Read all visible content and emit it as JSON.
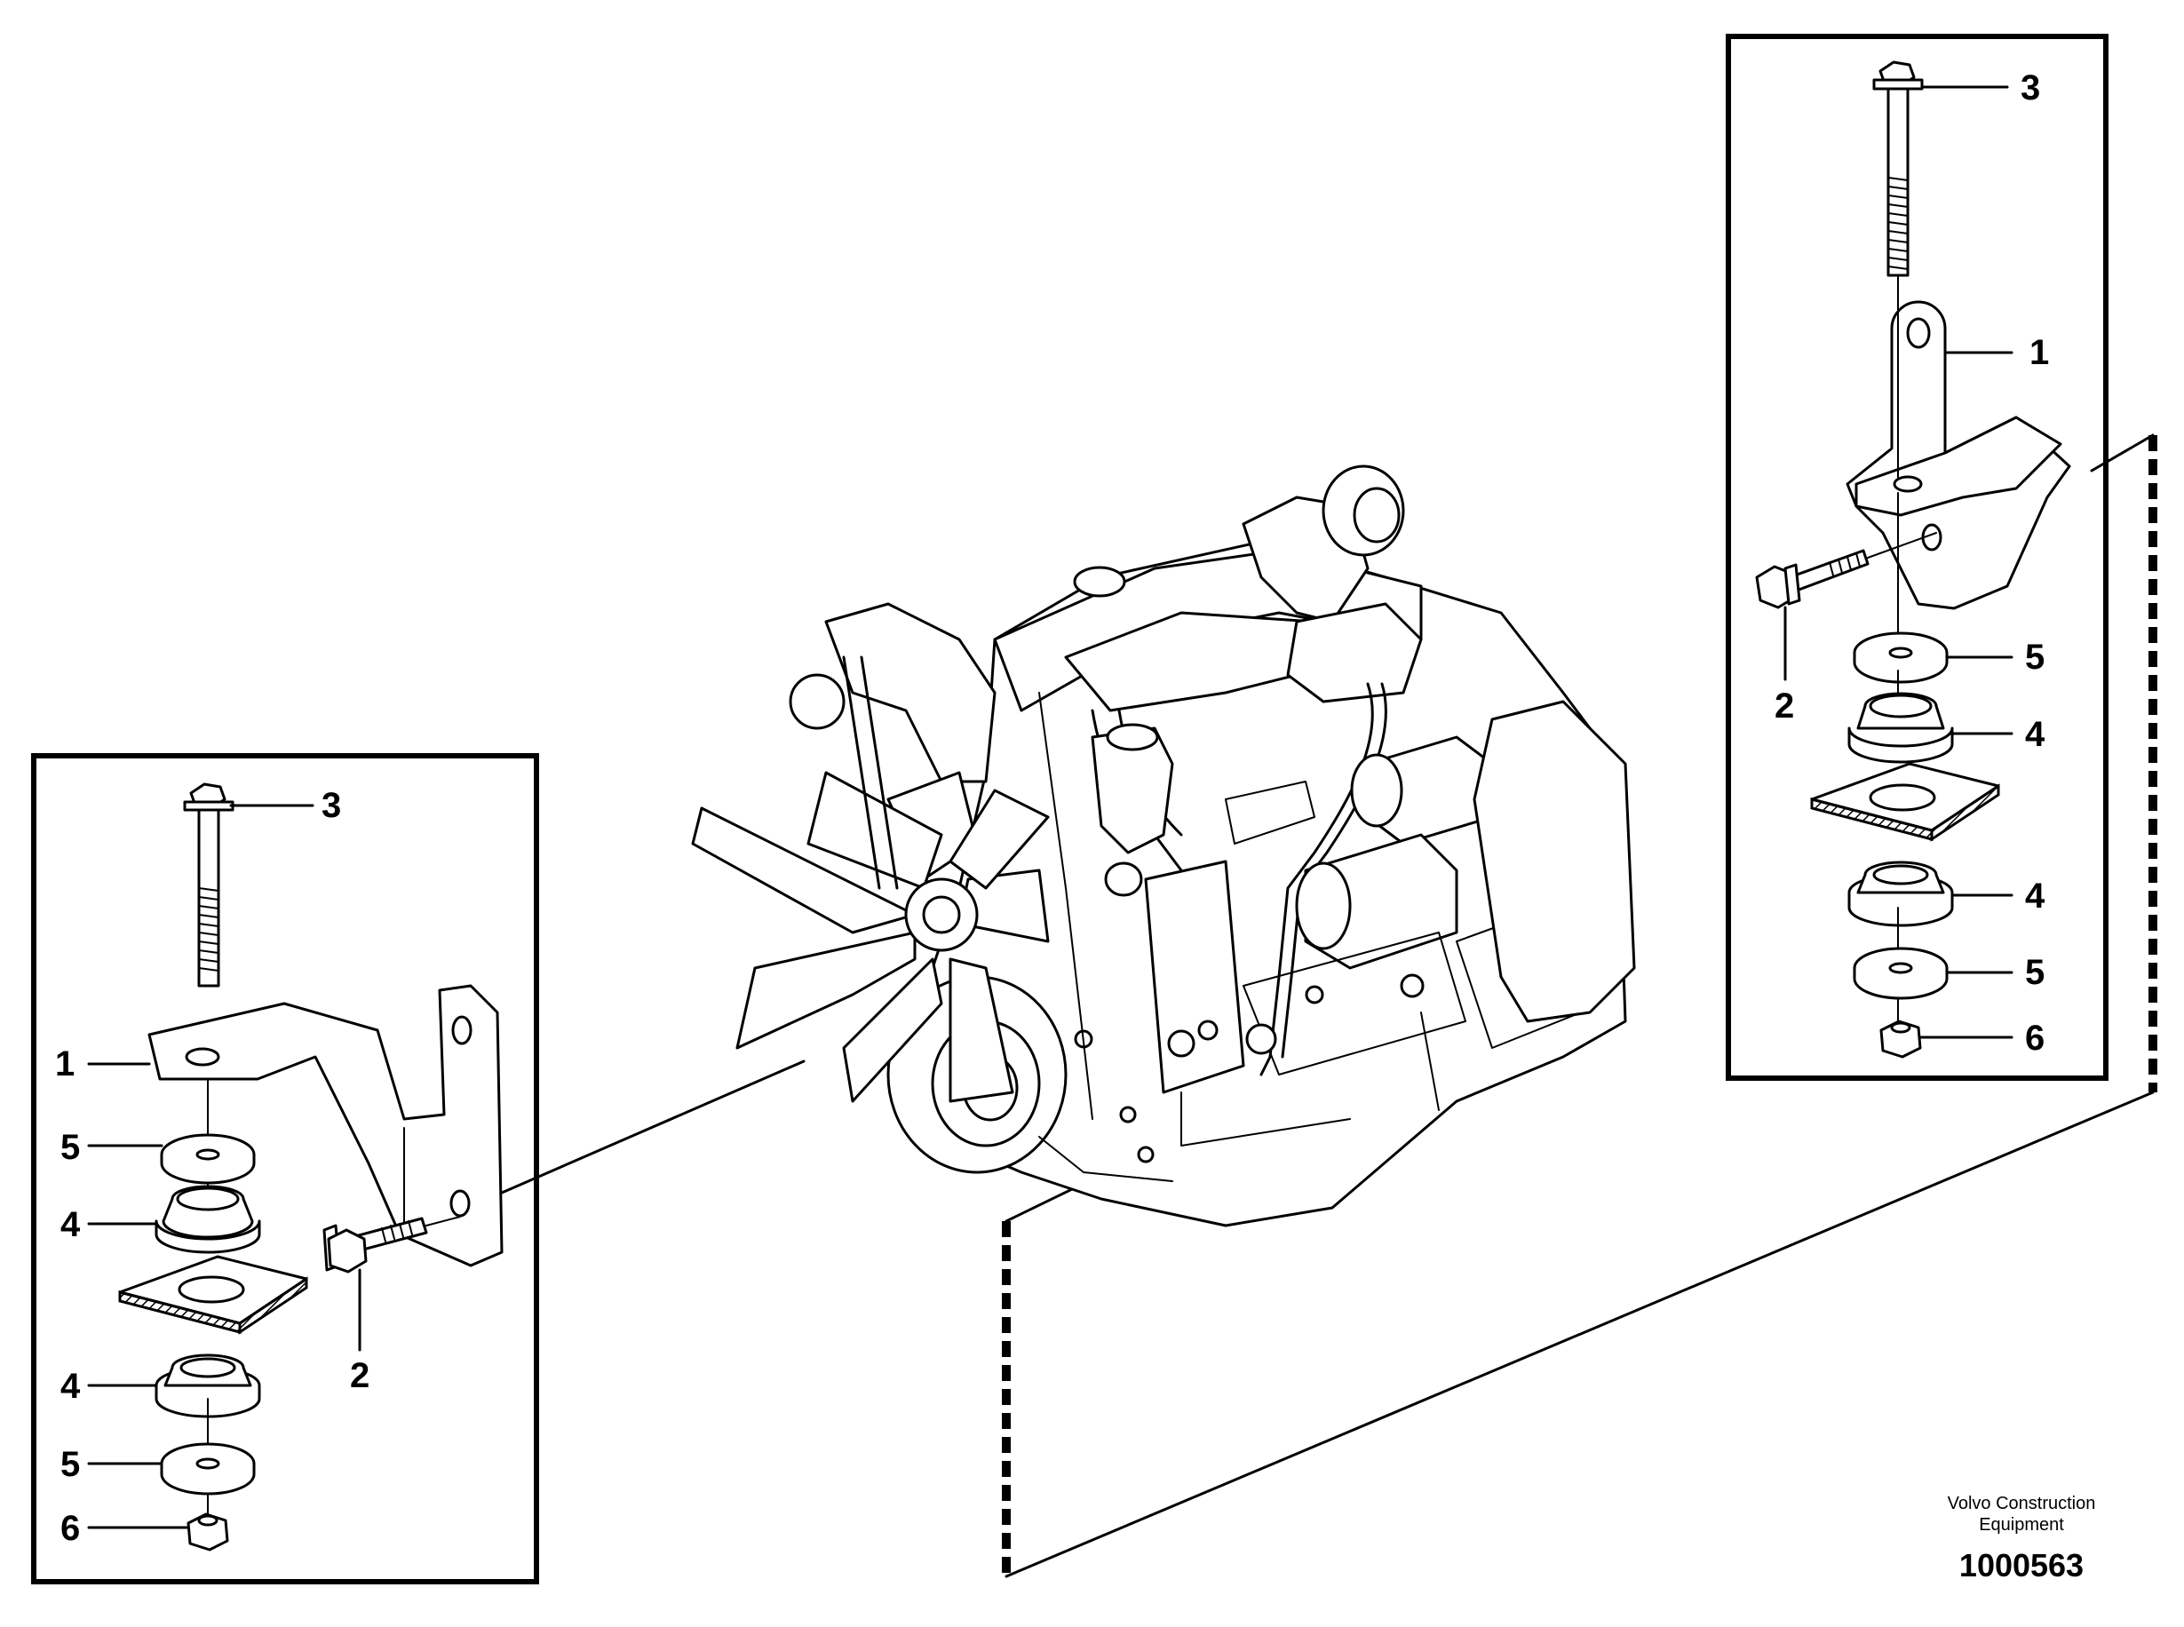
{
  "callouts": {
    "left": [
      "3",
      "1",
      "5",
      "4",
      "4",
      "5",
      "6",
      "2"
    ],
    "right": [
      "3",
      "1",
      "2",
      "5",
      "4",
      "4",
      "5",
      "6"
    ]
  },
  "footer": {
    "brand_line1": "Volvo Construction",
    "brand_line2": "Equipment",
    "document_number": "1000563"
  }
}
